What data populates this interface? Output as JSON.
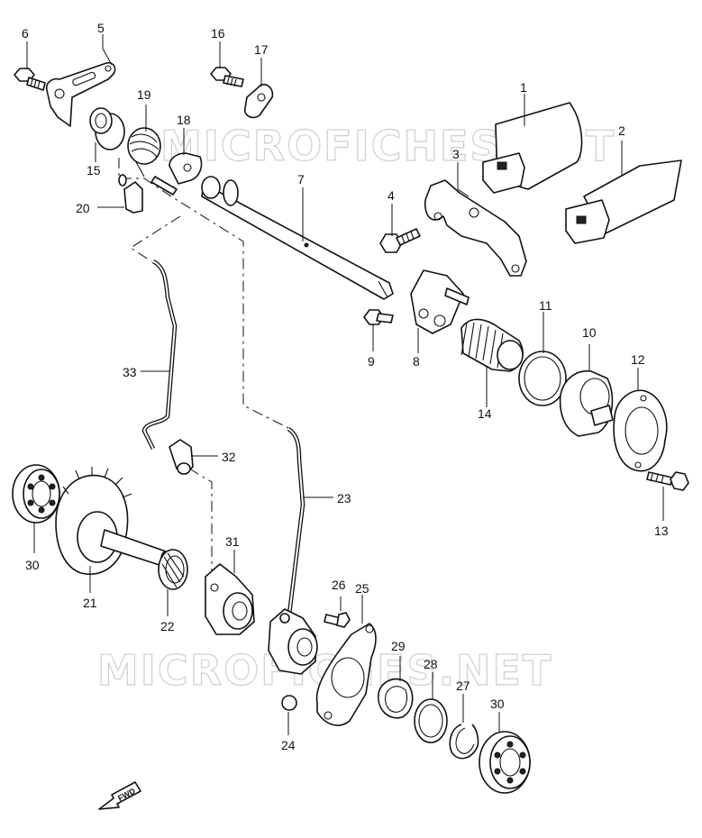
{
  "watermarks": [
    "MICROFICHES.NET",
    "MICROFICHES.NET"
  ],
  "direction_label": "FWD",
  "callouts": [
    "1",
    "2",
    "3",
    "4",
    "5",
    "6",
    "7",
    "8",
    "9",
    "10",
    "11",
    "12",
    "13",
    "14",
    "15",
    "16",
    "17",
    "18",
    "19",
    "20",
    "21",
    "22",
    "23",
    "24",
    "25",
    "26",
    "27",
    "28",
    "29",
    "30",
    "30",
    "31",
    "32",
    "33"
  ]
}
